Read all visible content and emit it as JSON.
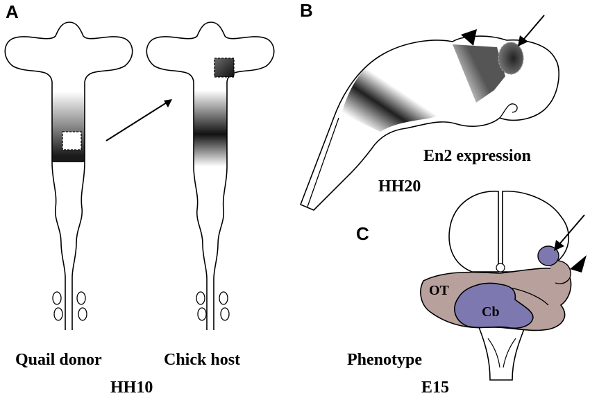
{
  "panels": {
    "a": {
      "letter": "A",
      "donor_label": "Quail donor",
      "host_label": "Chick host",
      "stage_label": "HH10"
    },
    "b": {
      "letter": "B",
      "expression_label": "En2 expression",
      "stage_label": "HH20"
    },
    "c": {
      "letter": "C",
      "phenotype_label": "Phenotype",
      "stage_label": "E15",
      "region_ot": "OT",
      "region_cb": "Cb"
    }
  },
  "colors": {
    "outline": "#000000",
    "gradient_dark": "#1a1a1a",
    "ot_fill": "#b8a09c",
    "cb_fill": "#7d79b0"
  }
}
